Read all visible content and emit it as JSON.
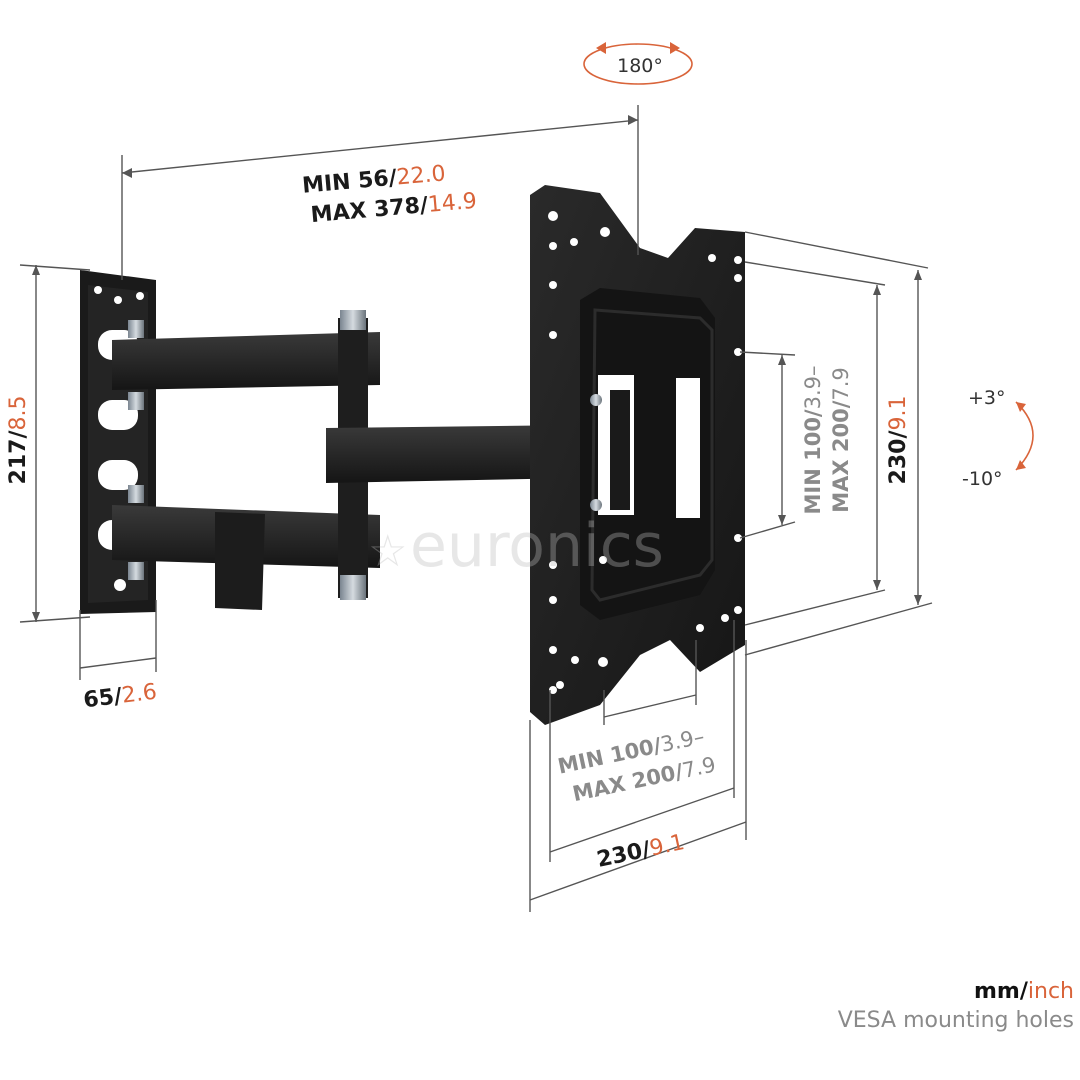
{
  "colors": {
    "metal_dark": "#1c1c1c",
    "metal_mid": "#2b2b2b",
    "dimension_line": "#555555",
    "accent_orange": "#d9643a",
    "grey_text": "#8a8a8a"
  },
  "rotation": {
    "label": "180°"
  },
  "tilt": {
    "up": "+3°",
    "down": "-10°"
  },
  "dims": {
    "extension": {
      "min_label": "MIN 56/",
      "min_inch": "22.0",
      "max_label": "MAX 378/",
      "max_inch": "14.9"
    },
    "wall_plate_height": {
      "mm": "217/",
      "inch": "8.5"
    },
    "wall_plate_width": {
      "mm": "65/",
      "inch": "2.6"
    },
    "vesa_vertical": {
      "min_label": "MIN 100/",
      "min_inch": "3.9–",
      "max_label": "MAX 200/",
      "max_inch": "7.9"
    },
    "plate_height": {
      "mm": "230/",
      "inch": "9.1"
    },
    "vesa_horizontal": {
      "min_label": "MIN 100/",
      "min_inch": "3.9–",
      "max_label": "MAX 200/",
      "max_inch": "7.9"
    },
    "plate_width": {
      "mm": "230/",
      "inch": "9.1"
    }
  },
  "watermark": {
    "text": "euronics"
  },
  "legend": {
    "unit_mm": "mm/",
    "unit_inch": "inch",
    "note": "VESA mounting holes"
  }
}
